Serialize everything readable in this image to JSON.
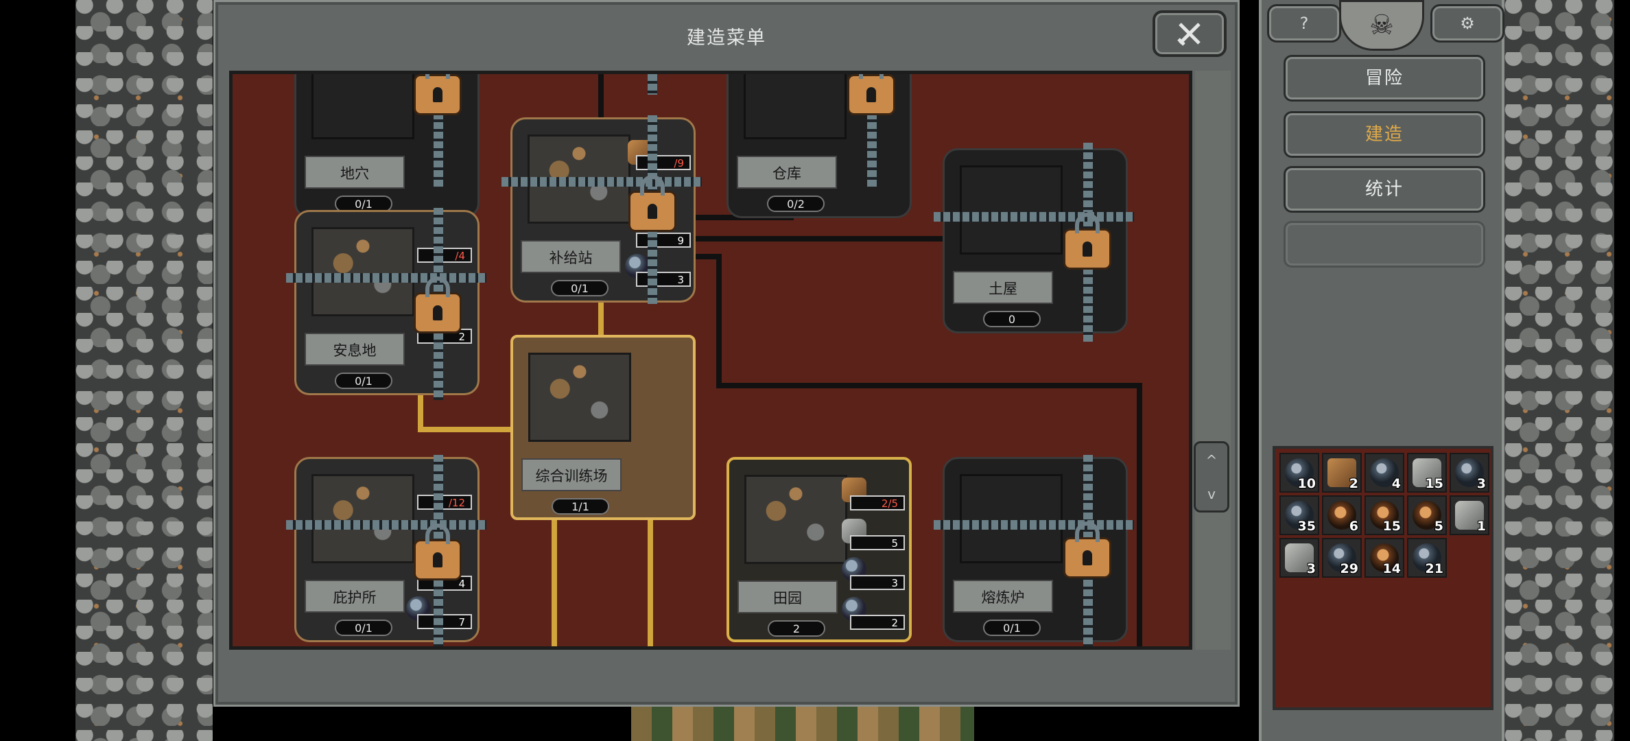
{
  "dialog": {
    "title": "建造菜单",
    "close_icon": "close-crossed-swords-icon"
  },
  "buildings": [
    {
      "id": "cave",
      "label": "地穴",
      "count": "0/1",
      "locked": true
    },
    {
      "id": "warehouse",
      "label": "仓库",
      "count": "0/2",
      "locked": true
    },
    {
      "id": "supply",
      "label": "补给站",
      "count": "0/1",
      "locked": true,
      "res": [
        "/9",
        "9",
        "3"
      ]
    },
    {
      "id": "hut",
      "label": "土屋",
      "count": "0",
      "locked": true
    },
    {
      "id": "rest",
      "label": "安息地",
      "count": "0/1",
      "locked": true,
      "res": [
        "/4",
        "2"
      ]
    },
    {
      "id": "training",
      "label": "综合训练场",
      "count": "1/1",
      "locked": false
    },
    {
      "id": "shelter",
      "label": "庇护所",
      "count": "0/1",
      "locked": true,
      "res": [
        "/12",
        "4",
        "7"
      ]
    },
    {
      "id": "farm",
      "label": "田园",
      "count": "2",
      "locked": false,
      "res": [
        "2/5",
        "5",
        "3",
        "2"
      ]
    },
    {
      "id": "smelter",
      "label": "熔炼炉",
      "count": "0/1",
      "locked": true
    }
  ],
  "scroll": {
    "up": "^",
    "down": "v"
  },
  "side": {
    "help_label": "?",
    "settings_label": "⚙",
    "nav": [
      {
        "label": "冒险",
        "active": false
      },
      {
        "label": "建造",
        "active": true
      },
      {
        "label": "统计",
        "active": false
      },
      {
        "label": "",
        "active": false
      }
    ]
  },
  "inventory": [
    {
      "icon": "bow-icon",
      "qty": "10"
    },
    {
      "icon": "wood-icon",
      "qty": "2"
    },
    {
      "icon": "metal-orb-icon",
      "qty": "4"
    },
    {
      "icon": "stone-icon",
      "qty": "15"
    },
    {
      "icon": "metal-orb-icon",
      "qty": "3"
    },
    {
      "icon": "metal-orb-icon",
      "qty": "35"
    },
    {
      "icon": "ore-icon",
      "qty": "6"
    },
    {
      "icon": "ore-icon",
      "qty": "15"
    },
    {
      "icon": "ore-icon",
      "qty": "5"
    },
    {
      "icon": "stone-icon",
      "qty": "1"
    },
    {
      "icon": "stone-icon",
      "qty": "3"
    },
    {
      "icon": "eye-icon",
      "qty": "29"
    },
    {
      "icon": "ore-icon",
      "qty": "14"
    },
    {
      "icon": "metal-orb-icon",
      "qty": "21"
    }
  ],
  "colors": {
    "board": "#5a2219",
    "gold": "#d9b149",
    "active_nav": "#e0a94a"
  }
}
